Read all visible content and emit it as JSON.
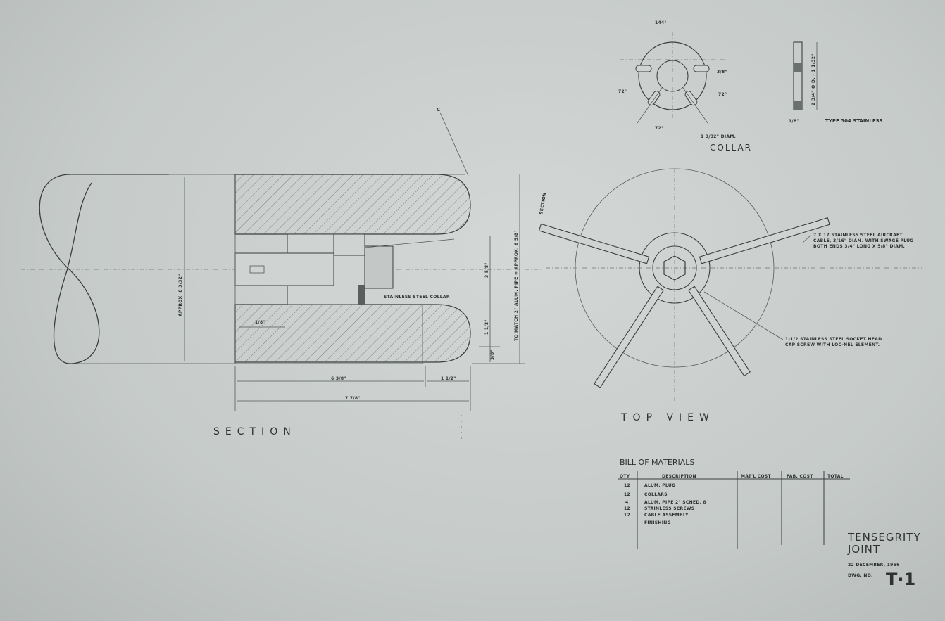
{
  "section": {
    "heading": "SECTION",
    "dims": {
      "approx_height": "APPROX. 8 3/32\"",
      "width_main": "6 3/8\"",
      "width_right": "1 1/2\"",
      "width_total": "7 7/8\"",
      "dim_3_5_8": "3 5/8\"",
      "dim_1_1_2": "1 1/2\"",
      "dim_3_8": "3/8\"",
      "dim_1_8": "1/8\"",
      "pipe_note": "TO MATCH 2\" ALUM. PIPE = APPROX. 6 5/8\"",
      "cable_mark": "C"
    },
    "collar_label": "STAINLESS STEEL COLLAR"
  },
  "collar": {
    "heading": "COLLAR",
    "angle_top": "144°",
    "angle_left": "72°",
    "angle_right": "72°",
    "angle_bottom": "72°",
    "slot_dim": "3/8\"",
    "hole_note": "1 3/32\" DIAM.",
    "side_thickness": "1/8\"",
    "side_height": "2 3/4\" O.D. - 1 1/32\"",
    "material_note": "TYPE 304 STAINLESS"
  },
  "top_view": {
    "heading": "TOP VIEW",
    "section_tag": "SECTION",
    "cable_note_line1": "7 X 17 STAINLESS STEEL AIRCRAFT",
    "cable_note_line2": "CABLE, 3/16\" DIAM. WITH SWAGE PLUG",
    "cable_note_line3": "BOTH ENDS 3/4\" LONG X 5/8\" DIAM.",
    "screw_note_line1": "1-1/2 STAINLESS STEEL SOCKET HEAD",
    "screw_note_line2": "CAP SCREW WITH LOC-NEL ELEMENT."
  },
  "bill_of_materials": {
    "heading": "BILL OF MATERIALS",
    "columns": [
      "QTY",
      "DESCRIPTION",
      "MAT'L COST",
      "FAB. COST",
      "TOTAL"
    ],
    "rows": [
      {
        "qty": "12",
        "desc": "ALUM. PLUG"
      },
      {
        "qty": "12",
        "desc": "COLLARS"
      },
      {
        "qty": "4",
        "desc": "ALUM. PIPE 2\" SCHED. 8"
      },
      {
        "qty": "12",
        "desc": "STAINLESS SCREWS"
      },
      {
        "qty": "12",
        "desc": "CABLE ASSEMBLY"
      },
      {
        "qty": "",
        "desc": "FINISHING"
      }
    ]
  },
  "title_block": {
    "title_line1": "TENSEGRITY",
    "title_line2": "JOINT",
    "date": "22 DECEMBER, 1966",
    "drawn": "DWG. NO.",
    "sheet": "T·1"
  }
}
